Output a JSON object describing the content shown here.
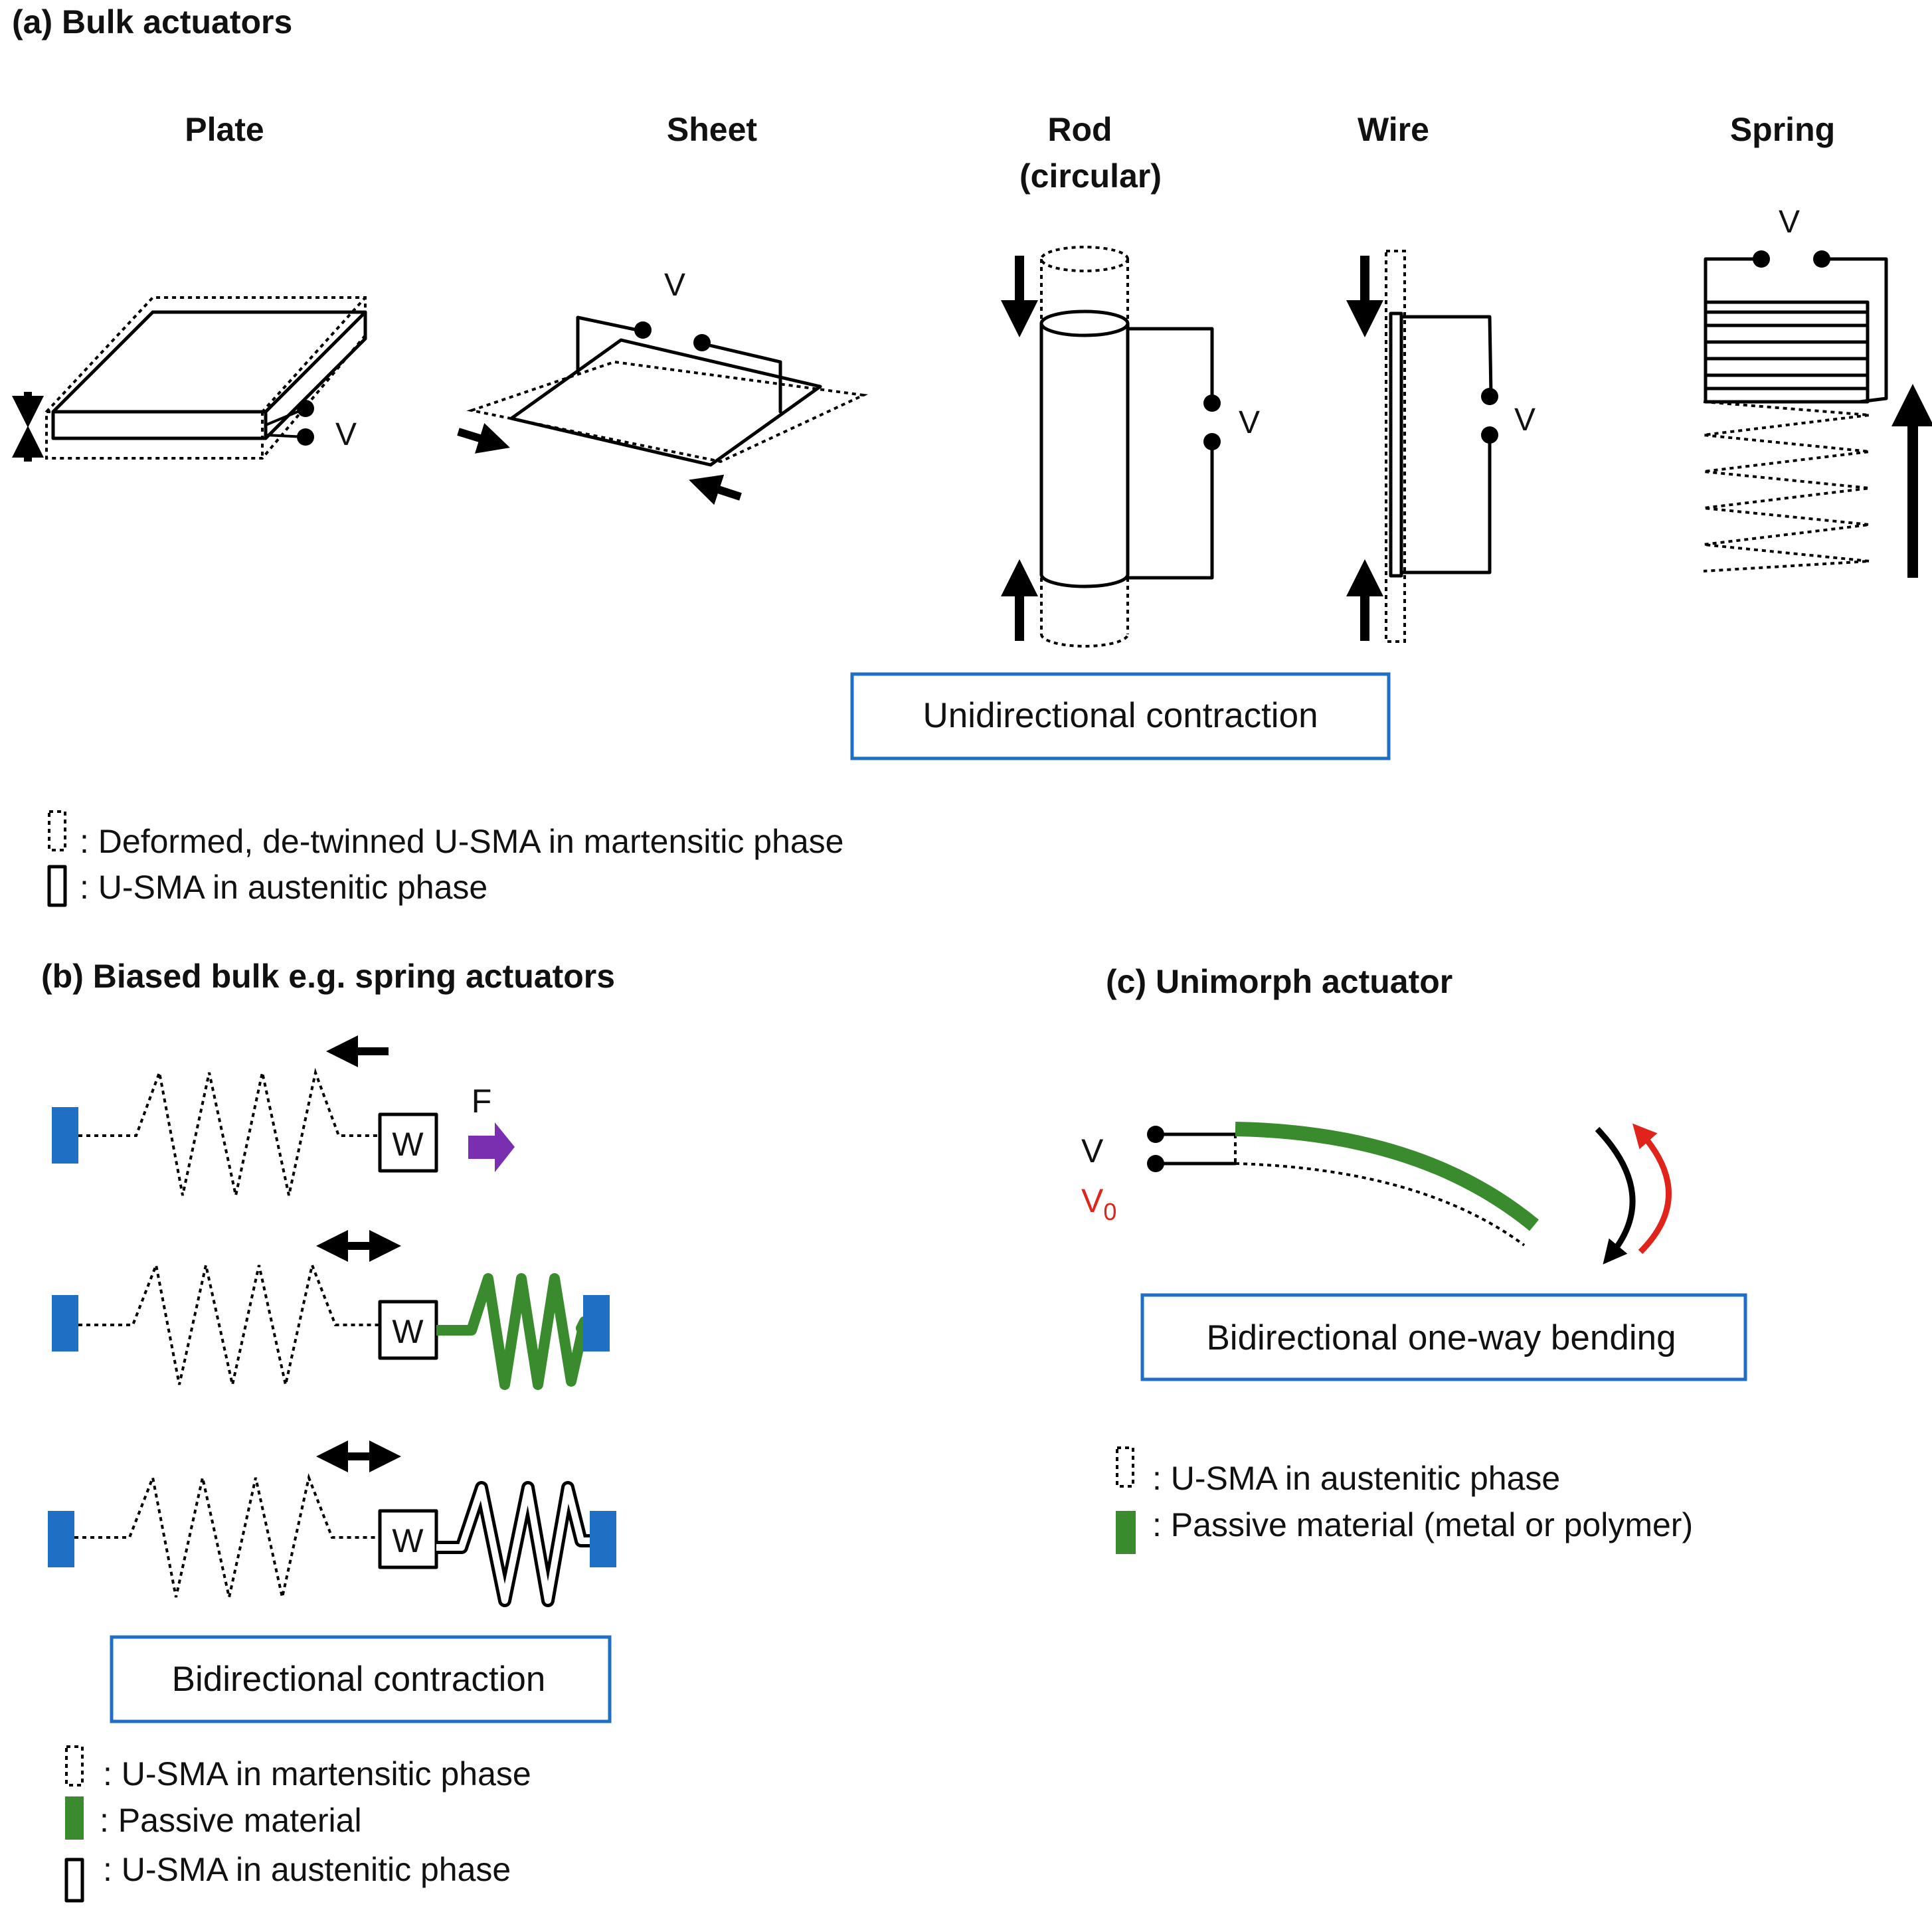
{
  "panel_a": {
    "title": "(a) Bulk actuators",
    "plate": {
      "label": "Plate",
      "voltage": "V"
    },
    "sheet": {
      "label": "Sheet",
      "voltage": "V"
    },
    "rod": {
      "label_line1": "Rod",
      "label_line2": "(circular)",
      "voltage": "V"
    },
    "wire": {
      "label": "Wire",
      "voltage": "V"
    },
    "spring": {
      "label": "Spring",
      "voltage": "V"
    },
    "result": "Unidirectional contraction",
    "legend": [
      ": Deformed, de-twinned U-SMA in martensitic phase",
      ": U-SMA in austenitic phase"
    ]
  },
  "panel_b": {
    "title": "(b) Biased bulk e.g. spring actuators",
    "force_label": "F",
    "weight_label": "W",
    "result": "Bidirectional contraction",
    "legend": [
      ": U-SMA in martensitic phase",
      ": Passive material",
      ": U-SMA in austenitic phase"
    ]
  },
  "panel_c": {
    "title": "(c) Unimorph actuator",
    "voltage": "V",
    "voltage0": "V",
    "voltage0_sub": "0",
    "result": "Bidirectional one-way bending",
    "legend": [
      ": U-SMA in austenitic phase",
      ": Passive material (metal or polymer)"
    ]
  },
  "colors": {
    "box_border": "#1f6fc5",
    "passive_green": "#3a8a2e",
    "anchor_blue": "#1f6fc5",
    "force_purple": "#7a2fb0",
    "v0_red": "#e0231b",
    "arrow_red": "#e0231b"
  }
}
